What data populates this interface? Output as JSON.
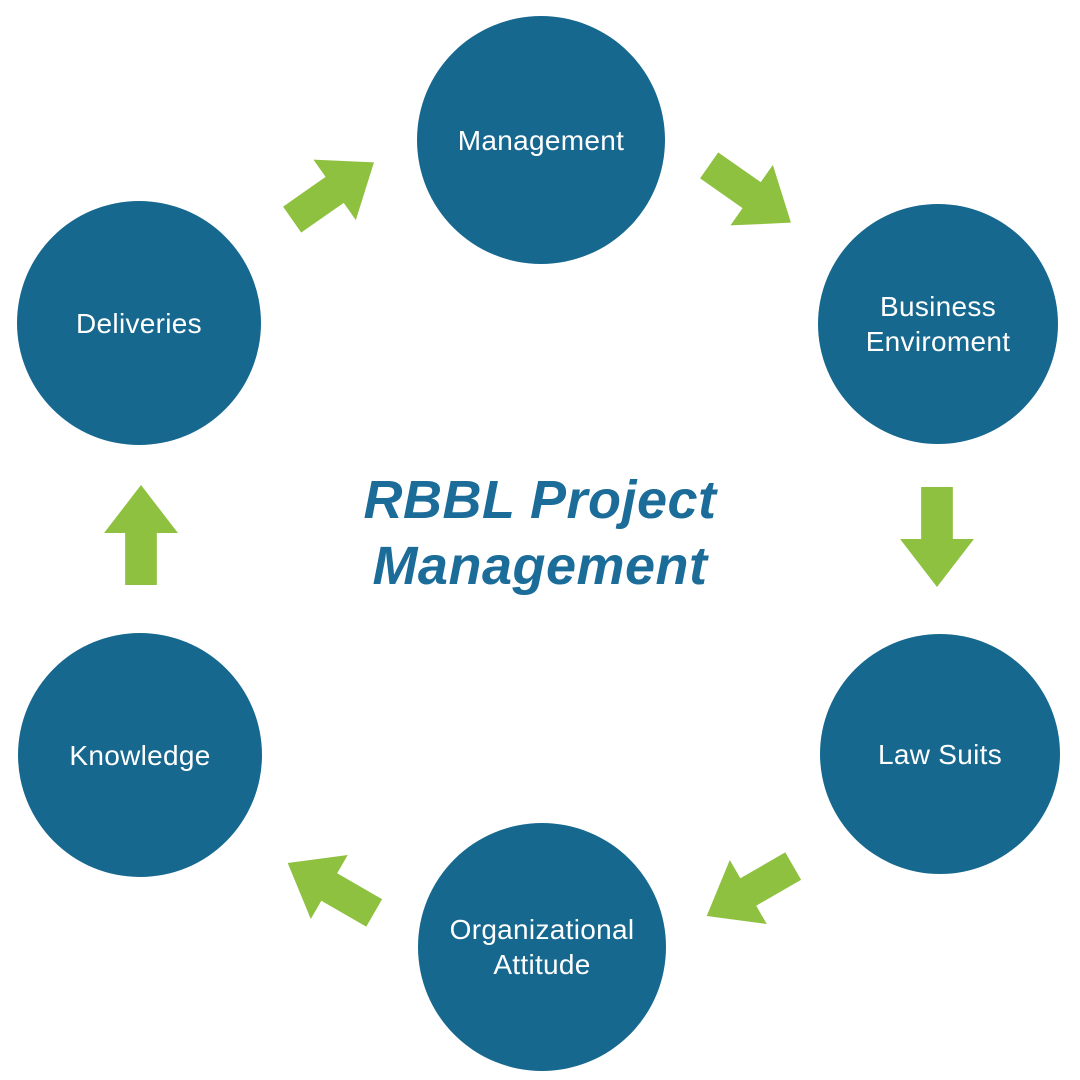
{
  "title": {
    "line1": "RBBL Project",
    "line2": "Management"
  },
  "nodes": [
    {
      "id": "management",
      "label": "Management"
    },
    {
      "id": "business-enviroment",
      "label": "Business Enviroment"
    },
    {
      "id": "law-suits",
      "label": "Law Suits"
    },
    {
      "id": "organizational-attitude",
      "label": "Organizational Attitude"
    },
    {
      "id": "knowledge",
      "label": "Knowledge"
    },
    {
      "id": "deliveries",
      "label": "Deliveries"
    }
  ],
  "arrows": [
    {
      "id": "deliveries-to-management",
      "direction": "up-right"
    },
    {
      "id": "management-to-business-enviroment",
      "direction": "down-right"
    },
    {
      "id": "business-enviroment-to-law-suits",
      "direction": "down"
    },
    {
      "id": "law-suits-to-organizational-attitude",
      "direction": "down-left"
    },
    {
      "id": "organizational-attitude-to-knowledge",
      "direction": "up-left"
    },
    {
      "id": "knowledge-to-deliveries",
      "direction": "up"
    }
  ],
  "colors": {
    "circle_blue": "#16688F",
    "arrow_green": "#8FC140",
    "title_blue": "#1B6C99",
    "label_white": "#FFFFFF",
    "background": "#FFFFFF"
  }
}
